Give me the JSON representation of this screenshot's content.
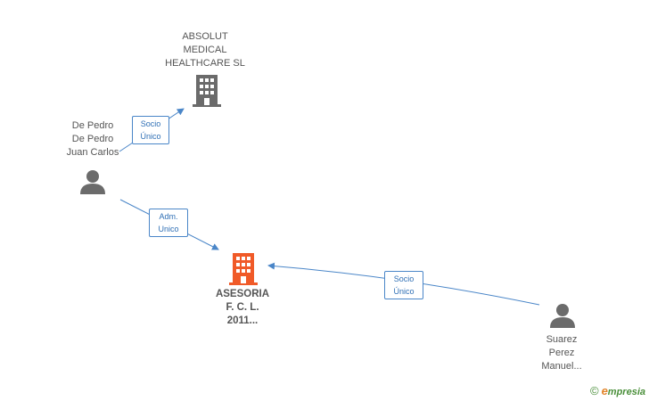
{
  "nodes": {
    "absolut": {
      "label": "ABSOLUT\nMEDICAL\nHEALTHCARE SL",
      "icon": "building-icon",
      "color": "#6b6b6b"
    },
    "asesoria": {
      "label": "ASESORIA\nF.  C. L.\n2011...",
      "icon": "building-icon",
      "color": "#f05a28"
    },
    "depedro": {
      "label": "De Pedro\nDe Pedro\nJuan Carlos",
      "icon": "person-icon",
      "color": "#6b6b6b"
    },
    "suarez": {
      "label": "Suarez\nPerez\nManuel...",
      "icon": "person-icon",
      "color": "#6b6b6b"
    }
  },
  "edges": {
    "socio_unico_1": "Socio\nÚnico",
    "adm_unico": "Adm.\nUnico",
    "socio_unico_2": "Socio\nÚnico"
  },
  "colors": {
    "edge": "#4a86c8"
  },
  "brand": {
    "copyright": "©",
    "e": "e",
    "rest": "mpresia"
  }
}
